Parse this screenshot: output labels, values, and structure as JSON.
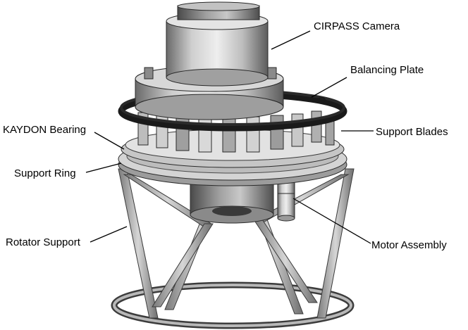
{
  "labels": {
    "cirpass_camera": "CIRPASS Camera",
    "balancing_plate": "Balancing Plate",
    "kaydon_bearing": "KAYDON Bearing",
    "support_blades": "Support Blades",
    "support_ring": "Support Ring",
    "rotator_support": "Rotator Support",
    "motor_assembly": "Motor Assembly"
  },
  "colors": {
    "background": "#ffffff",
    "metal_light": "#d8d8d8",
    "metal_mid": "#a8a8a8",
    "metal_dark": "#5a5a5a",
    "plate": "#1e1e1e",
    "leader": "#000000",
    "text": "#000000"
  }
}
